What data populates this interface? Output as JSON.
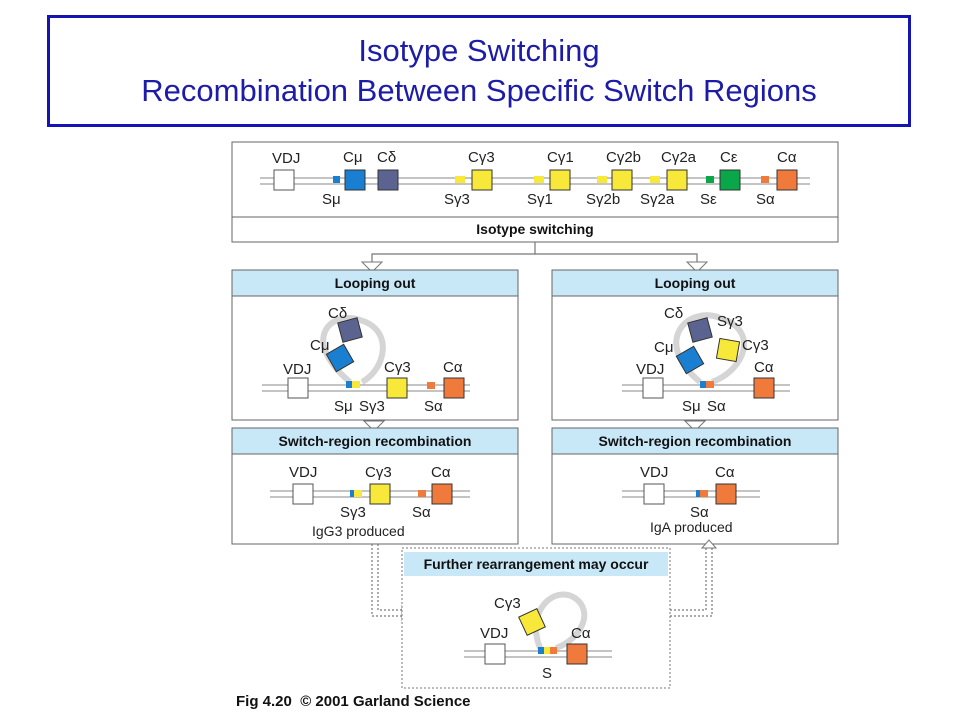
{
  "title": {
    "line1": "Isotype Switching",
    "line2": "Recombination Between Specific Switch Regions"
  },
  "colors": {
    "title_text": "#1c1ca8",
    "title_border": "#1414b4",
    "header_fill": "#c9e8f7",
    "mu": "#1a7fd0",
    "delta": "#5b6490",
    "gamma": "#f7e83a",
    "epsilon": "#0aa64a",
    "alpha": "#f07a3c",
    "vdj": "#ffffff"
  },
  "germline": {
    "vdj": "VDJ",
    "c_mu": "Cμ",
    "c_delta": "Cδ",
    "c_g3": "Cγ3",
    "c_g1": "Cγ1",
    "c_g2b": "Cγ2b",
    "c_g2a": "Cγ2a",
    "c_eps": "Cε",
    "c_alpha": "Cα",
    "s_mu": "Sμ",
    "s_g3": "Sγ3",
    "s_g1": "Sγ1",
    "s_g2b": "Sγ2b",
    "s_g2a": "Sγ2a",
    "s_eps": "Sε",
    "s_alpha": "Sα"
  },
  "isotype_switching": "Isotype switching",
  "left_panel": {
    "looping_header": "Looping out",
    "recomb_header": "Switch-region recombination",
    "vdj": "VDJ",
    "c_delta": "Cδ",
    "c_mu": "Cμ",
    "c_g3": "Cγ3",
    "c_alpha": "Cα",
    "s_mu": "Sμ",
    "s_g3": "Sγ3",
    "s_alpha": "Sα",
    "r_vdj": "VDJ",
    "r_c_g3": "Cγ3",
    "r_c_alpha": "Cα",
    "r_s_g3": "Sγ3",
    "r_s_alpha": "Sα",
    "produced": "IgG3 produced"
  },
  "right_panel": {
    "looping_header": "Looping out",
    "recomb_header": "Switch-region recombination",
    "vdj": "VDJ",
    "c_delta": "Cδ",
    "c_mu": "Cμ",
    "s_g3": "Sγ3",
    "c_g3": "Cγ3",
    "c_alpha": "Cα",
    "s_mu": "Sμ",
    "s_alpha": "Sα",
    "r_vdj": "VDJ",
    "r_c_alpha": "Cα",
    "r_s_alpha": "Sα",
    "produced": "IgA produced"
  },
  "bottom_panel": {
    "header": "Further rearrangement may occur",
    "vdj": "VDJ",
    "c_g3": "Cγ3",
    "c_alpha": "Cα",
    "s": "S"
  },
  "caption": "Fig 4.20  © 2001 Garland Science"
}
